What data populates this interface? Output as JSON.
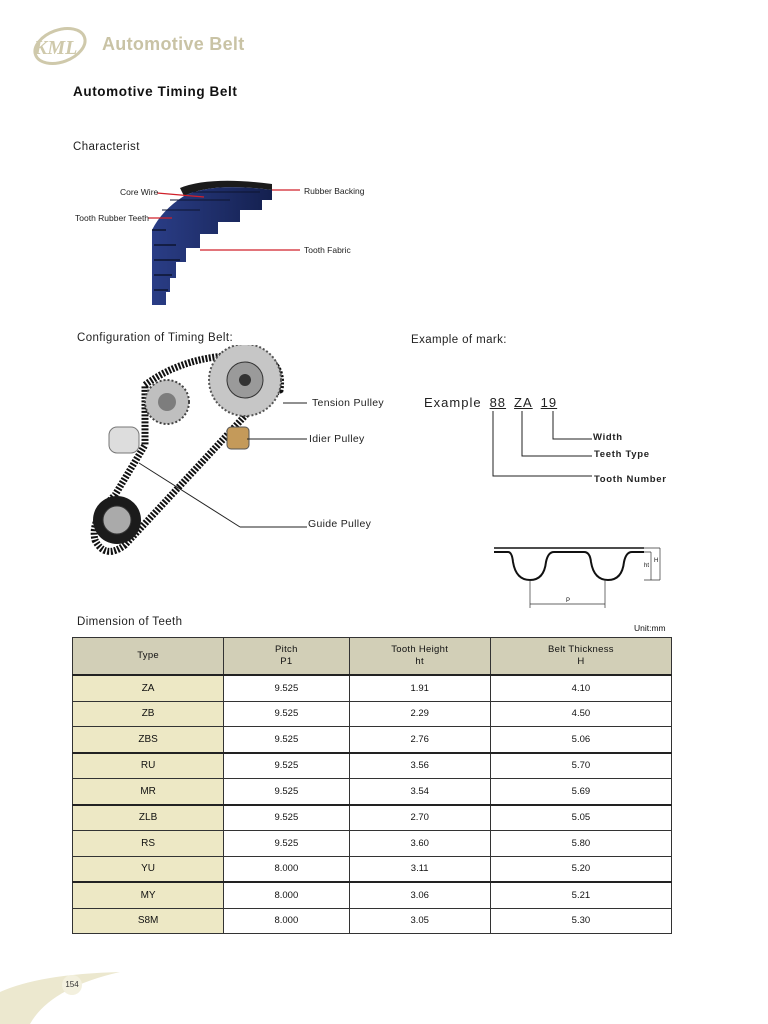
{
  "header": {
    "logo_text": "KML",
    "brand_title": "Automotive Belt",
    "page_title": "Automotive Timing Belt"
  },
  "characterist": {
    "label": "Characterist",
    "callouts": {
      "core_wire": "Core Wire",
      "tooth_rubber_teeth": "Tooth Rubber Teeth",
      "rubber_backing": "Rubber Backing",
      "tooth_fabric": "Tooth Fabric"
    }
  },
  "configuration": {
    "label": "Configuration of Timing Belt:",
    "callouts": {
      "tension_pulley": "Tension Pulley",
      "idler_pulley": "Idier Pulley",
      "guide_pulley": "Guide Pulley"
    }
  },
  "example_mark": {
    "label": "Example  of  mark:",
    "prefix": "Example",
    "parts": [
      "88",
      "ZA",
      "19"
    ],
    "width": "Width",
    "teeth_type": "Teeth Type",
    "tooth_number": "Tooth Number"
  },
  "profile_labels": {
    "ht": "ht",
    "h": "H",
    "p": "P"
  },
  "dimension": {
    "label": "Dimension of Teeth",
    "unit": "Unit:mm",
    "headers": {
      "type": "Type",
      "pitch_1": "Pitch",
      "pitch_2": "P1",
      "tooth_height_1": "Tooth Height",
      "tooth_height_2": "ht",
      "belt_thickness_1": "Belt Thickness",
      "belt_thickness_2": "H"
    },
    "rows": [
      {
        "type": "ZA",
        "pitch": "9.525",
        "tooth_height": "1.91",
        "belt_thickness": "4.10"
      },
      {
        "type": "ZB",
        "pitch": "9.525",
        "tooth_height": "2.29",
        "belt_thickness": "4.50"
      },
      {
        "type": "ZBS",
        "pitch": "9.525",
        "tooth_height": "2.76",
        "belt_thickness": "5.06"
      },
      {
        "type": "RU",
        "pitch": "9.525",
        "tooth_height": "3.56",
        "belt_thickness": "5.70"
      },
      {
        "type": "MR",
        "pitch": "9.525",
        "tooth_height": "3.54",
        "belt_thickness": "5.69"
      },
      {
        "type": "ZLB",
        "pitch": "9.525",
        "tooth_height": "2.70",
        "belt_thickness": "5.05"
      },
      {
        "type": "RS",
        "pitch": "9.525",
        "tooth_height": "3.60",
        "belt_thickness": "5.80"
      },
      {
        "type": "YU",
        "pitch": "8.000",
        "tooth_height": "3.11",
        "belt_thickness": "5.20"
      },
      {
        "type": "MY",
        "pitch": "8.000",
        "tooth_height": "3.06",
        "belt_thickness": "5.21"
      },
      {
        "type": "S8M",
        "pitch": "8.000",
        "tooth_height": "3.05",
        "belt_thickness": "5.30"
      }
    ]
  },
  "footer": {
    "page_number": "154"
  },
  "colors": {
    "brand": "#c9c3a5",
    "table_header": "#d2cfb7",
    "type_cell": "#ede8c5",
    "belt_blue": "#1e2f6e",
    "callout_red": "#d0202a"
  }
}
